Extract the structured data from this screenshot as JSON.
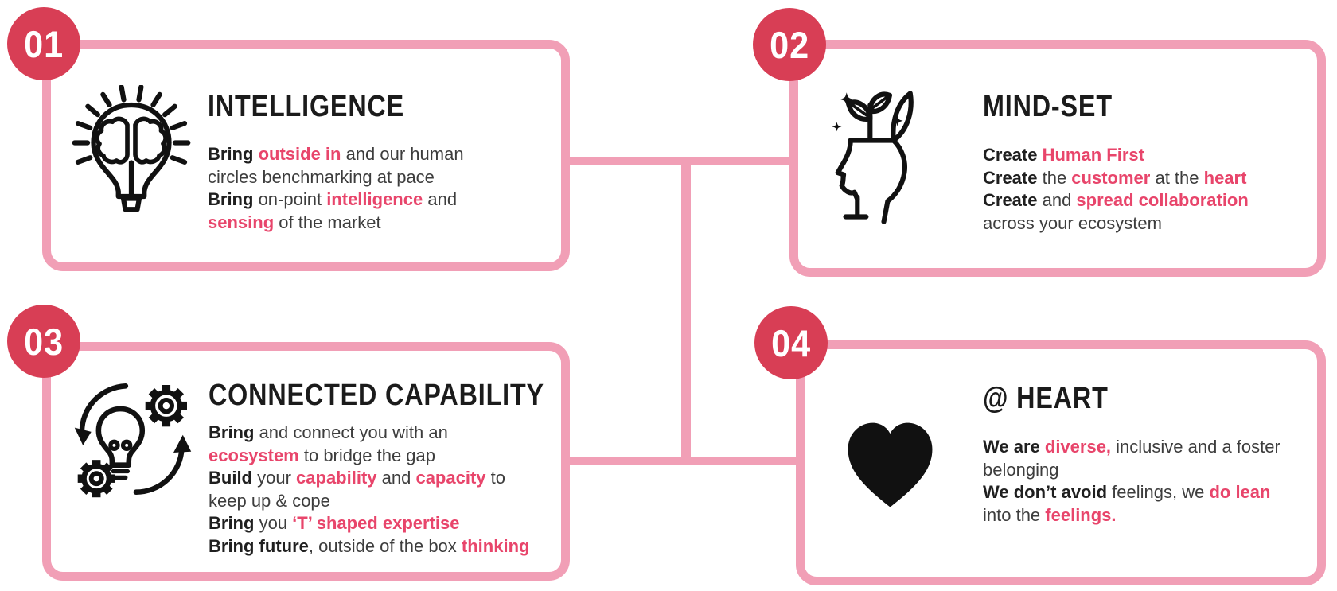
{
  "colors": {
    "badge_bg": "#d83e55",
    "badge_text": "#ffffff",
    "card_border": "#f19fb6",
    "connector": "#f19fb6",
    "highlight": "#e8456b",
    "title_text": "#1b1b1b",
    "body_text": "#3d3d3d",
    "body_bold": "#1f1f1f",
    "icon_stroke": "#111111",
    "background": "#ffffff"
  },
  "cards": [
    {
      "number": "01",
      "title": "INTELLIGENCE",
      "icon": "brain-lightbulb-icon",
      "lines": [
        [
          {
            "t": "Bring",
            "b": true
          },
          {
            "t": " "
          },
          {
            "t": "outside in",
            "b": true,
            "p": true
          },
          {
            "t": " and our human"
          }
        ],
        [
          {
            "t": "circles benchmarking at pace"
          }
        ],
        [
          {
            "t": "Bring",
            "b": true
          },
          {
            "t": " on-point "
          },
          {
            "t": "intelligence",
            "b": true,
            "p": true
          },
          {
            "t": " and"
          }
        ],
        [
          {
            "t": "sensing",
            "b": true,
            "p": true
          },
          {
            "t": " of the market"
          }
        ]
      ]
    },
    {
      "number": "02",
      "title": "MIND-SET",
      "icon": "head-plant-icon",
      "lines": [
        [
          {
            "t": "Create",
            "b": true
          },
          {
            "t": " "
          },
          {
            "t": "Human First",
            "b": true,
            "p": true
          }
        ],
        [
          {
            "t": "Create",
            "b": true
          },
          {
            "t": " the "
          },
          {
            "t": "customer",
            "b": true,
            "p": true
          },
          {
            "t": " at the "
          },
          {
            "t": "heart",
            "b": true,
            "p": true
          }
        ],
        [
          {
            "t": "Create",
            "b": true
          },
          {
            "t": " and "
          },
          {
            "t": "spread collaboration",
            "b": true,
            "p": true
          }
        ],
        [
          {
            "t": "across your ecosystem"
          }
        ]
      ]
    },
    {
      "number": "03",
      "title": "CONNECTED CAPABILITY",
      "icon": "gears-lightbulb-icon",
      "lines": [
        [
          {
            "t": "Bring",
            "b": true
          },
          {
            "t": " and connect you with an"
          }
        ],
        [
          {
            "t": "ecosystem",
            "b": true,
            "p": true
          },
          {
            "t": " to bridge the gap"
          }
        ],
        [
          {
            "t": "Build",
            "b": true
          },
          {
            "t": " your "
          },
          {
            "t": "capability",
            "b": true,
            "p": true
          },
          {
            "t": " and "
          },
          {
            "t": "capacity",
            "b": true,
            "p": true
          },
          {
            "t": " to"
          }
        ],
        [
          {
            "t": "keep up & cope"
          }
        ],
        [
          {
            "t": "Bring",
            "b": true
          },
          {
            "t": " you "
          },
          {
            "t": "‘T’ shaped expertise",
            "b": true,
            "p": true
          }
        ],
        [
          {
            "t": "Bring future",
            "b": true
          },
          {
            "t": ", outside of the box "
          },
          {
            "t": "thinking",
            "b": true,
            "p": true
          }
        ]
      ]
    },
    {
      "number": "04",
      "title": "@ HEART",
      "icon": "heart-icon",
      "lines": [
        [
          {
            "t": "We are",
            "b": true
          },
          {
            "t": " "
          },
          {
            "t": "diverse,",
            "b": true,
            "p": true
          },
          {
            "t": " inclusive and a foster"
          }
        ],
        [
          {
            "t": "belonging"
          }
        ],
        [
          {
            "t": "We don’t avoid",
            "b": true
          },
          {
            "t": " feelings, we "
          },
          {
            "t": "do lean",
            "b": true,
            "p": true
          }
        ],
        [
          {
            "t": "into the "
          },
          {
            "t": "feelings.",
            "b": true,
            "p": true
          }
        ]
      ]
    }
  ]
}
